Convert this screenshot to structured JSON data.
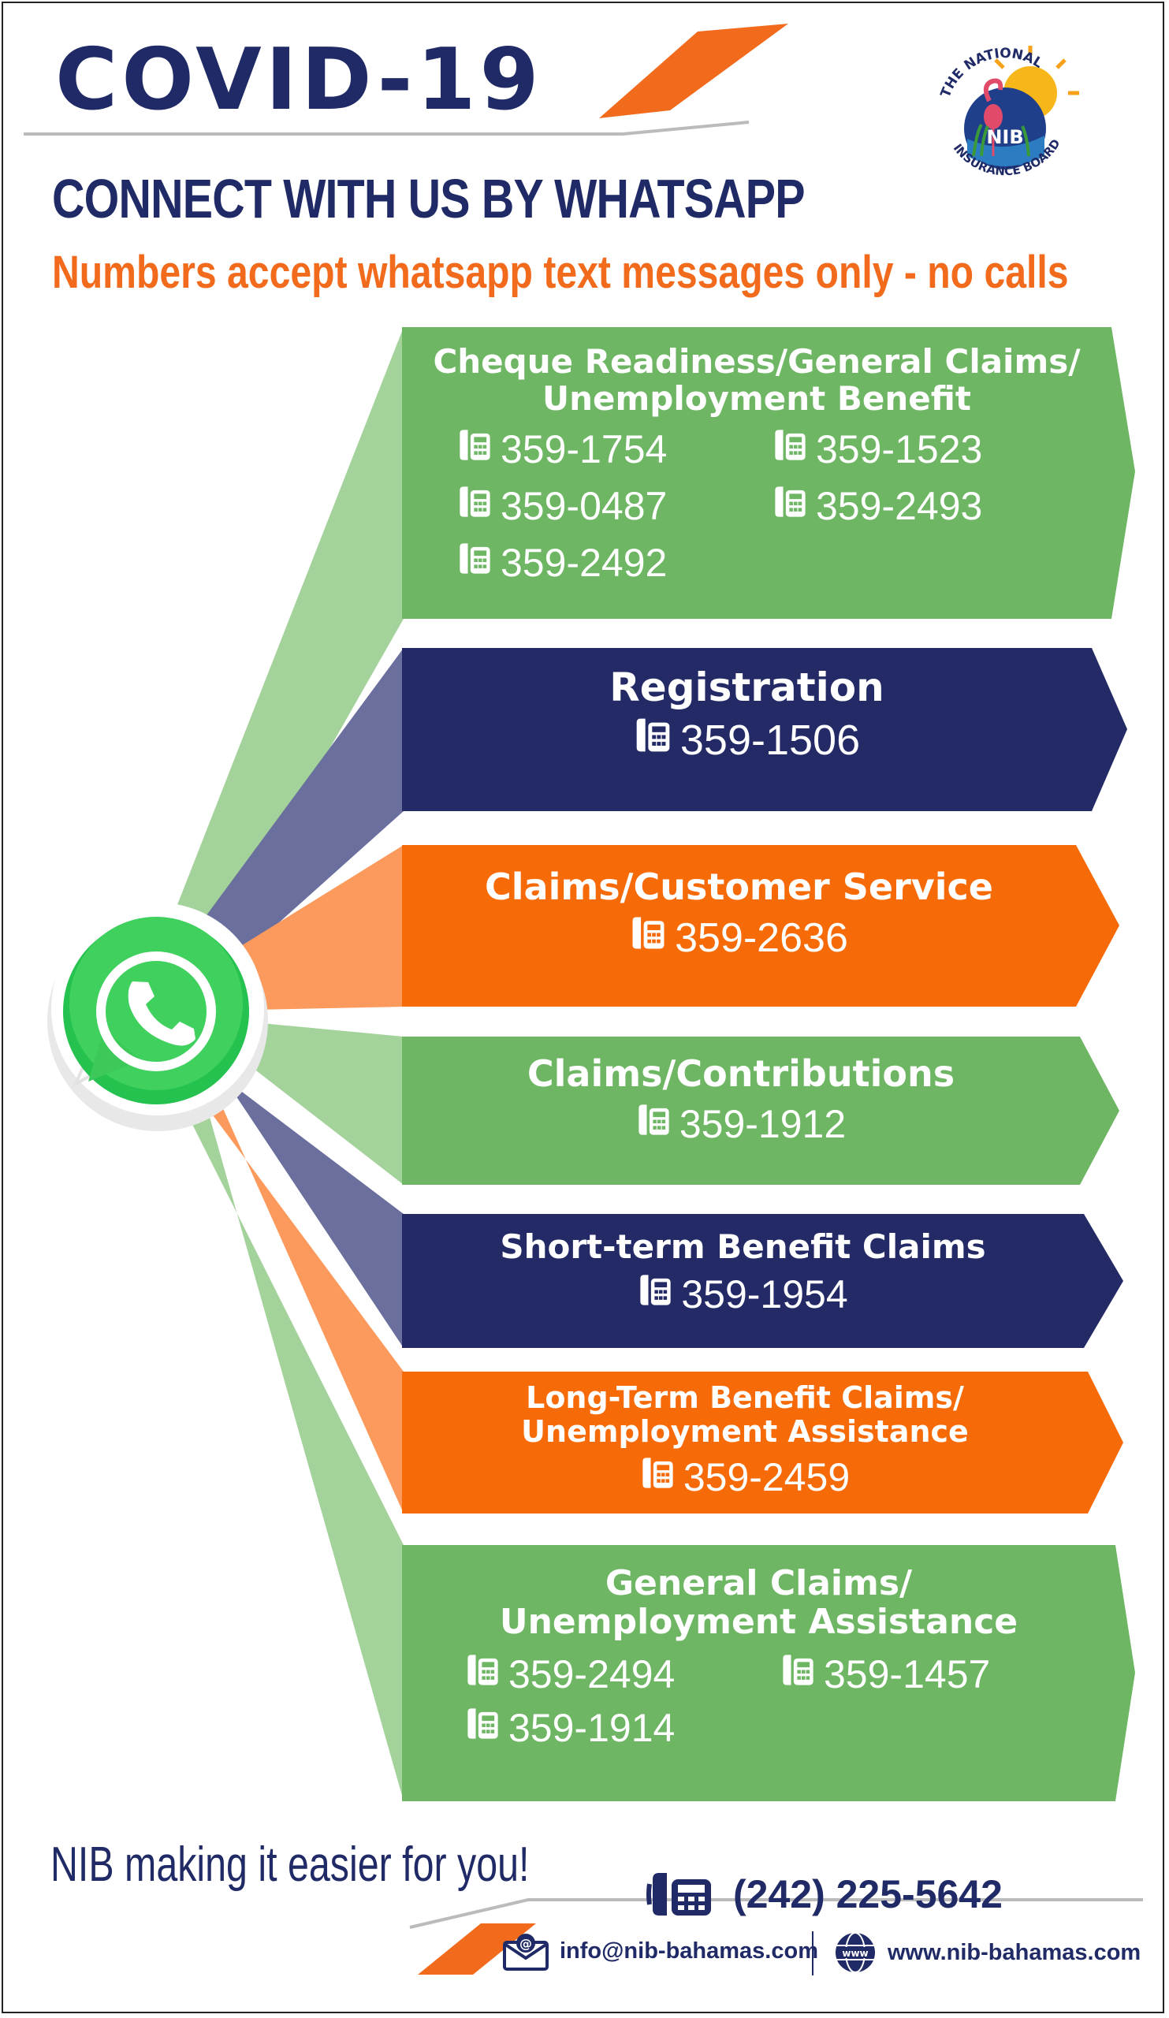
{
  "header": {
    "title": "COVID-19",
    "subtitle": "CONNECT WITH US BY WHATSAPP",
    "note": "Numbers accept whatsapp text messages only - no calls"
  },
  "logo": {
    "ring_text_top": "THE NATIONAL",
    "ring_text_bottom": "INSURANCE BOARD",
    "abbr": "NIB"
  },
  "hub_icon": "whatsapp-icon",
  "phone_icon": "phone-icon",
  "sections": [
    {
      "title_lines": [
        "Cheque Readiness/General Claims/",
        "Unemployment Benefit"
      ],
      "numbers": [
        "359-1754",
        "359-1523",
        "359-0487",
        "359-2493",
        "359-2492"
      ],
      "color": "#6eb664"
    },
    {
      "title_lines": [
        "Registration"
      ],
      "numbers": [
        "359-1506"
      ],
      "color": "#232a66"
    },
    {
      "title_lines": [
        "Claims/Customer Service"
      ],
      "numbers": [
        "359-2636"
      ],
      "color": "#f76a08"
    },
    {
      "title_lines": [
        "Claims/Contributions"
      ],
      "numbers": [
        "359-1912"
      ],
      "color": "#6eb664"
    },
    {
      "title_lines": [
        "Short-term Benefit Claims"
      ],
      "numbers": [
        "359-1954"
      ],
      "color": "#232a66"
    },
    {
      "title_lines": [
        "Long-Term Benefit Claims/",
        "Unemployment Assistance"
      ],
      "numbers": [
        "359-2459"
      ],
      "color": "#f76a08"
    },
    {
      "title_lines": [
        "General Claims/",
        "Unemployment Assistance"
      ],
      "numbers": [
        "359-2494",
        "359-1457",
        "359-1914"
      ],
      "color": "#6eb664"
    }
  ],
  "footer": {
    "tagline": "NIB making it easier for you!",
    "phone": "(242) 225-5642",
    "email": "info@nib-bahamas.com",
    "website": "www.nib-bahamas.com",
    "www_label": "www"
  },
  "colors": {
    "navy": "#1f2a66",
    "orange": "#f26b1d",
    "green": "#6eb664",
    "whatsapp": "#25d366"
  }
}
